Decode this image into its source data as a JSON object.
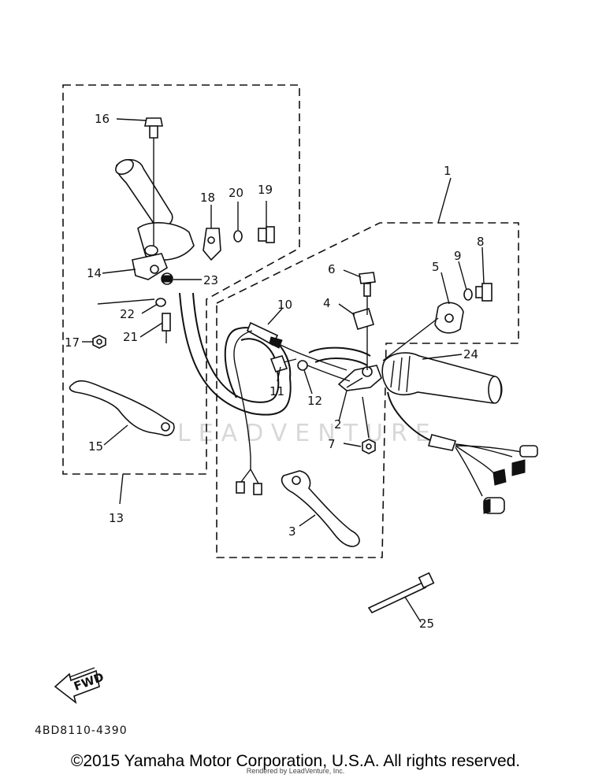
{
  "callouts": {
    "c1": "1",
    "c2": "2",
    "c3": "3",
    "c4": "4",
    "c5": "5",
    "c6": "6",
    "c7": "7",
    "c8": "8",
    "c9": "9",
    "c10": "10",
    "c11": "11",
    "c12": "12",
    "c13": "13",
    "c14": "14",
    "c15": "15",
    "c16": "16",
    "c17": "17",
    "c18": "18",
    "c19": "19",
    "c20": "20",
    "c21": "21",
    "c22": "22",
    "c23": "23",
    "c24": "24",
    "c25": "25"
  },
  "fwd_label": "FWD",
  "diagram_code": "4BD8110-4390",
  "watermark": "LEADVENTURE",
  "copyright": "©2015 Yamaha Motor Corporation, U.S.A. All rights reserved.",
  "rendered_by": "Rendered by LeadVenture, Inc."
}
